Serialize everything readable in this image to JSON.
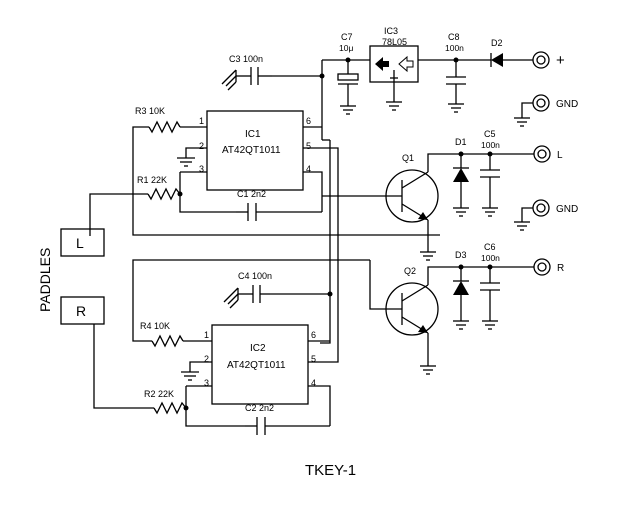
{
  "title": "TKEY-1",
  "paddles": {
    "label": "PADDLES",
    "left": "L",
    "right": "R"
  },
  "ic1": {
    "ref": "IC1",
    "part": "AT42QT1011",
    "pins": [
      "1",
      "2",
      "3",
      "4",
      "5",
      "6"
    ]
  },
  "ic2": {
    "ref": "IC2",
    "part": "AT42QT1011",
    "pins": [
      "1",
      "2",
      "3",
      "4",
      "5",
      "6"
    ]
  },
  "ic3": {
    "ref": "IC3",
    "part": "78L05"
  },
  "components": {
    "r1": "R1 22K",
    "r2": "R2 22K",
    "r3": "R3 10K",
    "r4": "R4 10K",
    "c1": "C1  2n2",
    "c2": "C2  2n2",
    "c3": "C3 100n",
    "c4": "C4 100n",
    "c5_ref": "C5",
    "c5_val": "100n",
    "c6_ref": "C6",
    "c6_val": "100n",
    "c7_ref": "C7",
    "c7_val": "10μ",
    "c8_ref": "C8",
    "c8_val": "100n",
    "d1": "D1",
    "d2": "D2",
    "d3": "D3",
    "q1": "Q1",
    "q2": "Q2"
  },
  "connectors": {
    "plus": "+",
    "gnd1": "GND",
    "out_l": "L",
    "gnd2": "GND",
    "out_r": "R"
  }
}
